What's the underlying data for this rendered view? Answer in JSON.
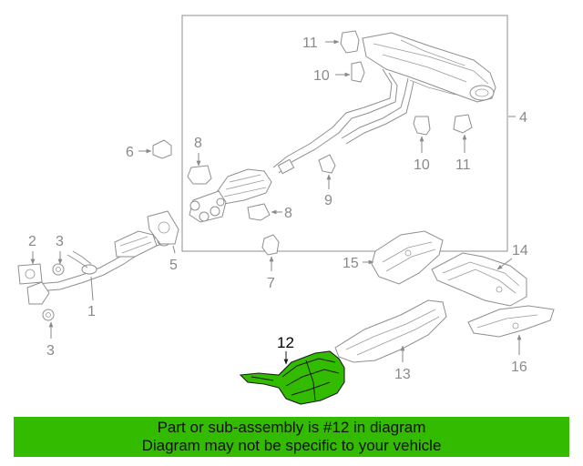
{
  "banner": {
    "background": "#33bb00",
    "line1": "Part or sub-assembly is #12 in diagram",
    "line2": "Diagram may not be specific to your vehicle"
  },
  "highlight_color": "#33bb00",
  "callouts": {
    "c1": "1",
    "c2": "2",
    "c3a": "3",
    "c3b": "3",
    "c4": "4",
    "c5": "5",
    "c6": "6",
    "c7": "7",
    "c8a": "8",
    "c8b": "8",
    "c9": "9",
    "c10a": "10",
    "c10b": "10",
    "c11a": "11",
    "c11b": "11",
    "c12": "12",
    "c13": "13",
    "c14": "14",
    "c15": "15",
    "c16": "16"
  }
}
